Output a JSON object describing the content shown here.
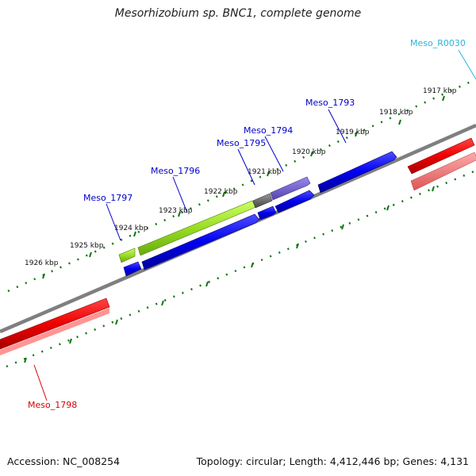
{
  "title": "Mesorhizobium sp. BNC1, complete genome",
  "footer": {
    "accession": "Accession: NC_008254",
    "summary": "Topology: circular; Length: 4,412,446 bp; Genes: 4,131"
  },
  "ticks": [
    "1917 kbp",
    "1918 kbp",
    "1919 kbp",
    "1920 kbp",
    "1921 kbp",
    "1922 kbp",
    "1923 kbp",
    "1924 kbp",
    "1925 kbp",
    "1926 kbp"
  ],
  "genes": {
    "r0030": "Meso_R0030",
    "g1793": "Meso_1793",
    "g1794": "Meso_1794",
    "g1795": "Meso_1795",
    "g1796": "Meso_1796",
    "g1797": "Meso_1797",
    "g1798": "Meso_1798"
  },
  "colors": {
    "forward_cds": "#0000ee",
    "reverse_cds": "#ee0000",
    "rna": "#29b6d8",
    "highlight_green": "#99dd22",
    "highlight_purple": "#7766cc",
    "backbone": "#808080",
    "ticks": "#117711"
  }
}
